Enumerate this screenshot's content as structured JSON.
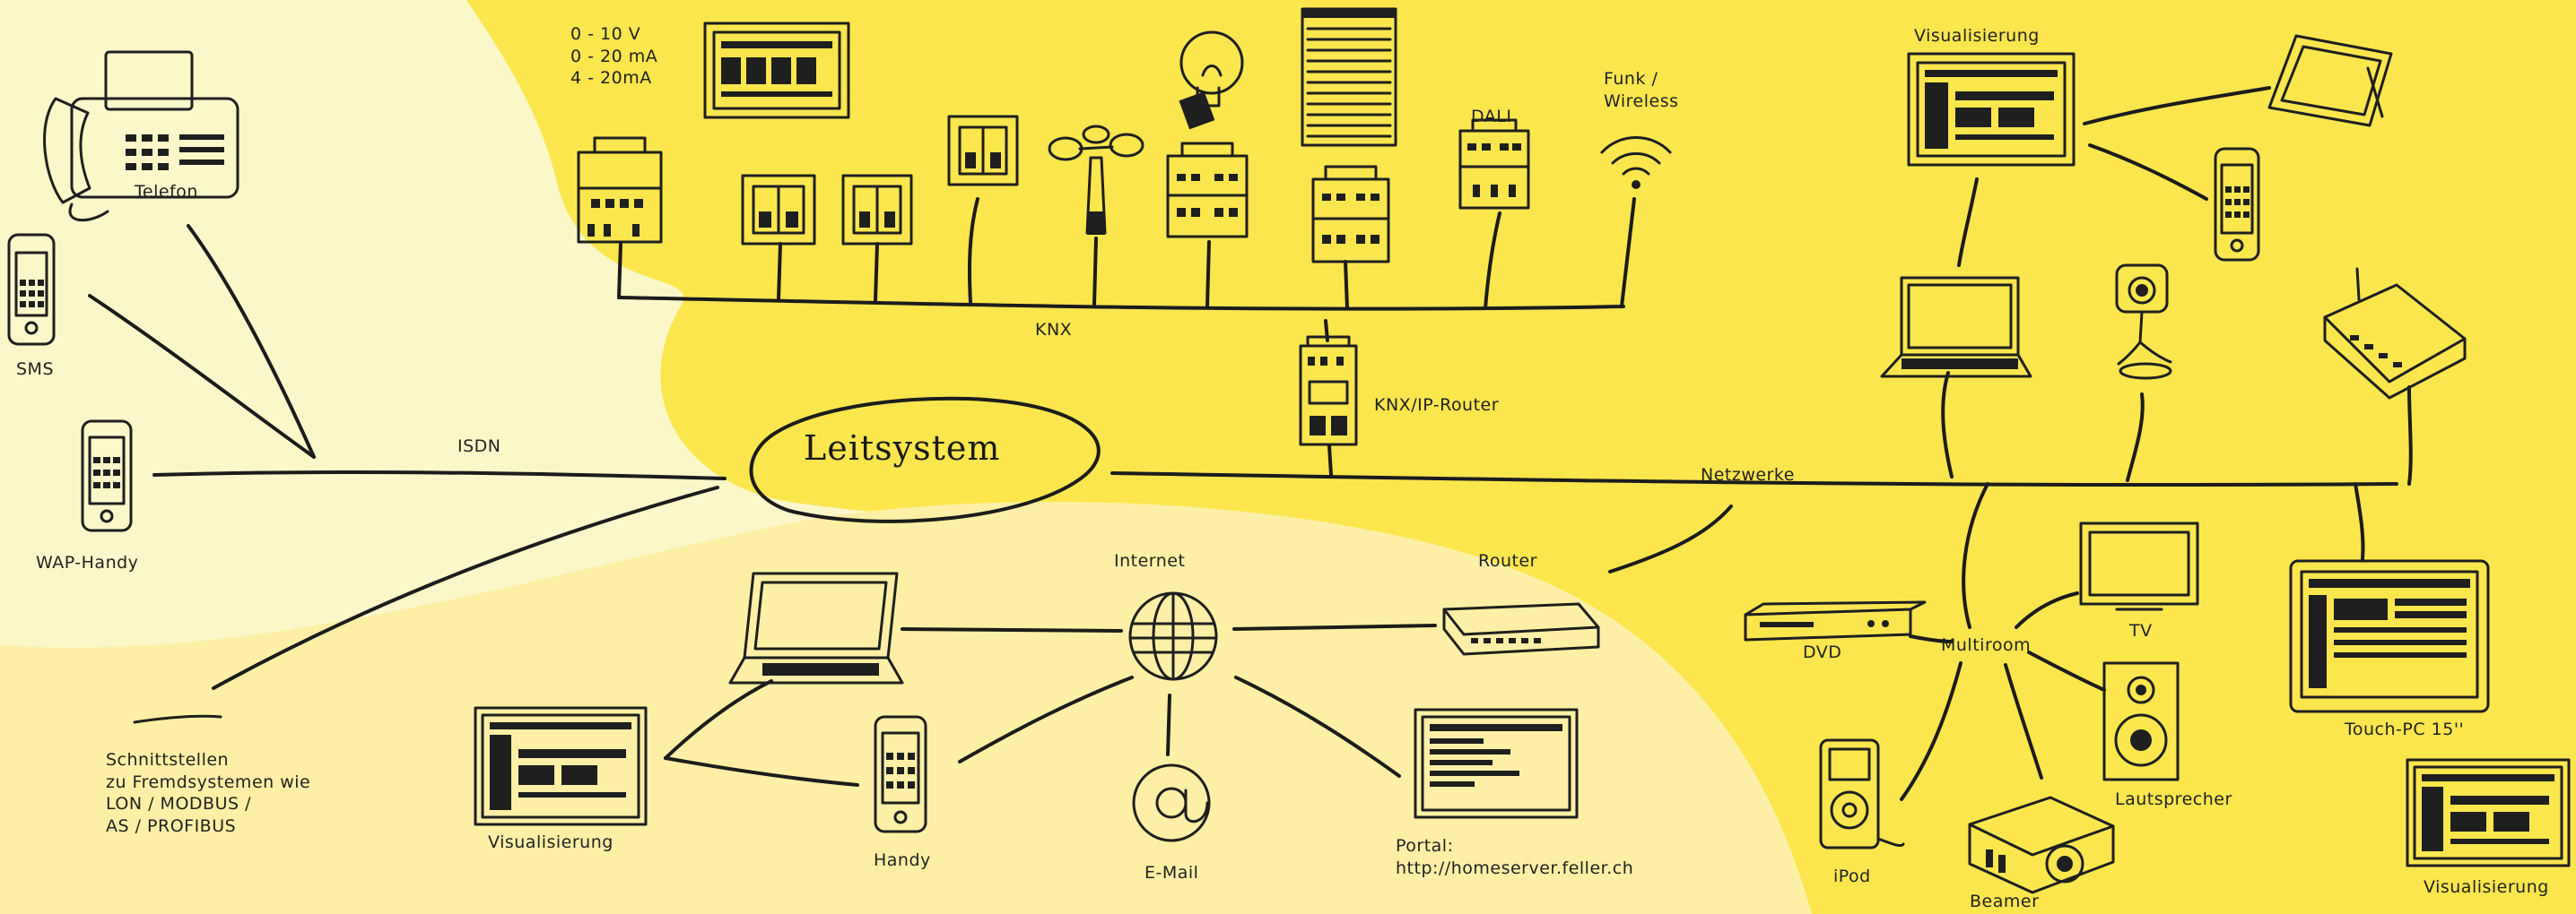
{
  "colors": {
    "bg_pale": "#fbf7c8",
    "bg_light": "#fdf0a6",
    "bg_yellow": "#fbe64e",
    "ink": "#1c1c1c"
  },
  "hub": {
    "label": "Leitsystem"
  },
  "networks": {
    "knx": "KNX",
    "isdn": "ISDN",
    "netzwerke": "Netzwerke",
    "internet": "Internet",
    "router": "Router",
    "multiroom": "Multiroom",
    "knx_ip_router": "KNX/IP-Router"
  },
  "knx_devices": {
    "analog_lines": [
      "0 - 10 V",
      "0 - 20 mA",
      "4 - 20mA"
    ],
    "dali": "DALI",
    "funk_lines": [
      "Funk /",
      "Wireless"
    ]
  },
  "phones": {
    "telefon": "Telefon",
    "sms": "SMS",
    "wap": "WAP-Handy"
  },
  "schnittstellen": {
    "lines": [
      "Schnittstellen",
      "zu Fremdsystemen wie",
      "LON / MODBUS /",
      "AS / PROFIBUS"
    ]
  },
  "internet_devices": {
    "visualisierung": "Visualisierung",
    "handy": "Handy",
    "email": "E-Mail",
    "portal_lines": [
      "Portal:",
      "http://homeserver.feller.ch"
    ]
  },
  "network_devices": {
    "visualisierung_top": "Visualisierung",
    "dvd": "DVD",
    "tv": "TV",
    "touch_pc": "Touch-PC 15''",
    "lautsprecher": "Lautsprecher",
    "ipod": "iPod",
    "beamer": "Beamer",
    "visualisierung_bottom": "Visualisierung"
  },
  "icons": [
    "telephone-icon",
    "smartphone-icon",
    "switch-icon",
    "actuator-icon",
    "wind-sensor-icon",
    "bulb-icon",
    "blind-icon",
    "wifi-icon",
    "globe-icon",
    "at-icon",
    "laptop-icon",
    "tablet-icon",
    "camera-icon",
    "modem-icon",
    "tv-icon",
    "speaker-icon",
    "ipod-icon",
    "beamer-icon",
    "dvd-icon",
    "router-icon",
    "screen-icon"
  ]
}
